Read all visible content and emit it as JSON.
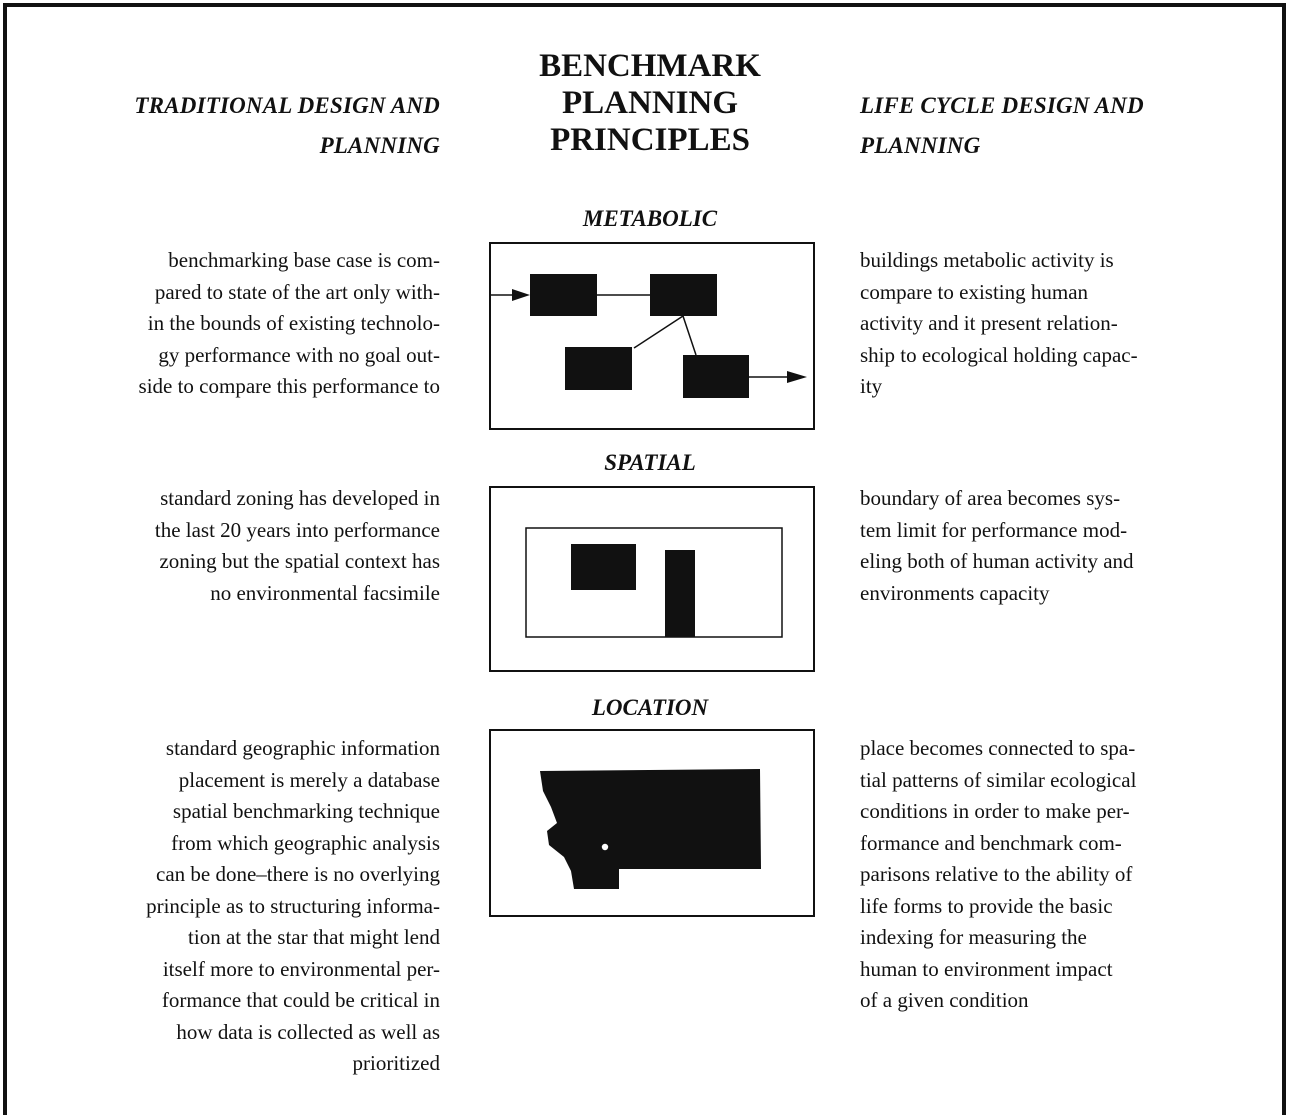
{
  "header": {
    "left_lines": [
      "TRADITIONAL DESIGN AND",
      "PLANNING"
    ],
    "center_lines": [
      "BENCHMARK",
      "PLANNING",
      "PRINCIPLES"
    ],
    "right_lines": [
      "LIFE CYCLE DESIGN AND",
      "PLANNING"
    ]
  },
  "sections": [
    {
      "title": "METABOLIC",
      "left_lines": [
        "benchmarking base case is com-",
        "pared to state of the art only with-",
        "in the bounds of existing technolo-",
        "gy performance with no goal out-",
        "side to compare this performance to"
      ],
      "right_lines": [
        "buildings metabolic activity is",
        "compare to existing human",
        "activity and it present relation-",
        "ship to ecological holding capac-",
        "ity"
      ]
    },
    {
      "title": "SPATIAL",
      "left_lines": [
        "standard zoning has developed in",
        "the last 20 years into performance",
        "zoning but the spatial context has",
        "no environmental facsimile"
      ],
      "right_lines": [
        "boundary of area becomes sys-",
        "tem limit for performance mod-",
        "eling both of human activity and",
        "environments capacity"
      ]
    },
    {
      "title": "LOCATION",
      "left_lines": [
        "standard geographic information",
        "placement is merely a database",
        "spatial benchmarking technique",
        "from which geographic analysis",
        "can be done–there is no overlying",
        "principle as to structuring informa-",
        "tion at the star that might lend",
        "itself more to environmental per-",
        "formance that could be critical in",
        "how data is collected as well as",
        "prioritized"
      ],
      "right_lines": [
        "place becomes connected to spa-",
        "tial patterns of similar ecological",
        "conditions in order to make per-",
        "formance and benchmark com-",
        "parisons relative to the ability of",
        "life forms to provide the basic",
        "indexing for measuring the",
        "human to environment impact",
        "of a given condition"
      ]
    }
  ]
}
